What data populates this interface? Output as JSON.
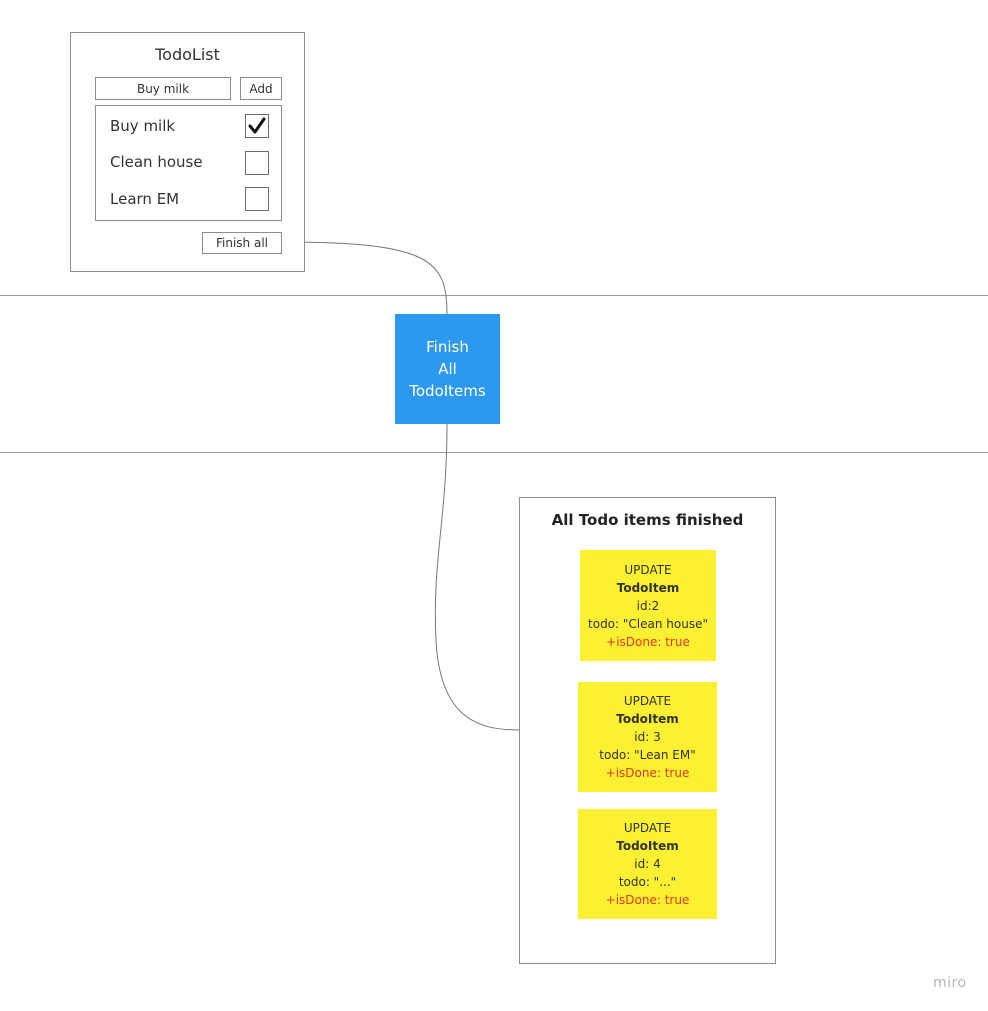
{
  "wireframe": {
    "title": "TodoList",
    "input_value": "Buy milk",
    "add_label": "Add",
    "items": [
      {
        "label": "Buy milk",
        "checked": true
      },
      {
        "label": "Clean house",
        "checked": false
      },
      {
        "label": "Learn EM",
        "checked": false
      }
    ],
    "finish_all_label": "Finish all"
  },
  "command": {
    "lines": [
      "Finish",
      "All",
      "TodoItems"
    ],
    "color": "#2d98f0"
  },
  "event_frame": {
    "title": "All Todo items finished",
    "stickies": [
      {
        "line1": "UPDATE",
        "entity": "TodoItem",
        "id": "id:2",
        "todo": "todo: \"Clean house\"",
        "change": "+isDone: true"
      },
      {
        "line1": "UPDATE",
        "entity": "TodoItem",
        "id": "id: 3",
        "todo": "todo: \"Lean EM\"",
        "change": "+isDone: true"
      },
      {
        "line1": "UPDATE",
        "entity": "TodoItem",
        "id": "id: 4",
        "todo": "todo: \"...\"",
        "change": "+isDone: true"
      }
    ],
    "sticky_color": "#fcf032",
    "change_color": "#e03a1e"
  },
  "watermark": "miro"
}
